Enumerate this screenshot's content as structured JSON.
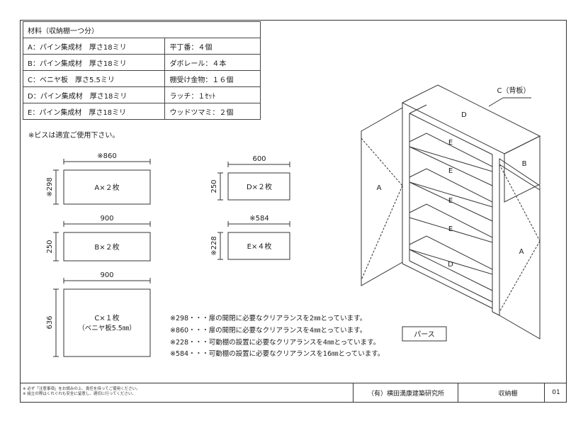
{
  "materials": {
    "title": "材料（収納棚一つ分）",
    "rows": [
      {
        "left": "A：パイン集成材　厚さ18ミリ",
        "right": "平丁番：４個"
      },
      {
        "left": "B：パイン集成材　厚さ18ミリ",
        "right": "ダボレール：４本"
      },
      {
        "left": "C：ベニヤ板　厚さ5.5ミリ",
        "right": "棚受け金物：１６個"
      },
      {
        "left": "D：パイン集成材　厚さ18ミリ",
        "right": "ラッチ：１ｾｯﾄ"
      },
      {
        "left": "E：パイン集成材　厚さ18ミリ",
        "right": "ウッドツマミ：２個"
      }
    ]
  },
  "screw_note": "※ビスは適宜ご使用下さい。",
  "parts": {
    "a": {
      "label": "A×２枚",
      "width": "※860",
      "height": "※298"
    },
    "b": {
      "label": "B×２枚",
      "width": "900",
      "height": "250"
    },
    "c": {
      "label_1": "C×１枚",
      "label_2": "（ベニヤ板5.5㎜）",
      "width": "900",
      "height": "636"
    },
    "d": {
      "label": "D×２枚",
      "width": "600",
      "height": "250"
    },
    "e": {
      "label": "E×４枚",
      "width": "※584",
      "height": "※228"
    }
  },
  "clearance_notes": [
    "※298・・・扉の開閉に必要なクリアランスを2㎜とっています。",
    "※860・・・扉の開閉に必要なクリアランスを4㎜とっています。",
    "※228・・・可動棚の設置に必要なクリアランスを4㎜とっています。",
    "※584・・・可動棚の設置に必要なクリアランスを16㎜とっています。"
  ],
  "perspective": {
    "caption": "パース",
    "back_label": "C（背板）",
    "labels": {
      "d_top": "D",
      "b_side": "B",
      "a_left": "A",
      "a_right": "A",
      "d_bottom": "D",
      "e1": "E",
      "e2": "E",
      "e3": "E",
      "e4": "E"
    }
  },
  "footer": {
    "fine_1": "※ 必ず「注意事項」をお読みの上、責任を持ってご使用ください。",
    "fine_2": "※ 組立の際はくれぐれも安全に留意し、適切に行ってください。",
    "company": "（有）横田満康建築研究所",
    "title": "収納棚",
    "page": "01"
  }
}
